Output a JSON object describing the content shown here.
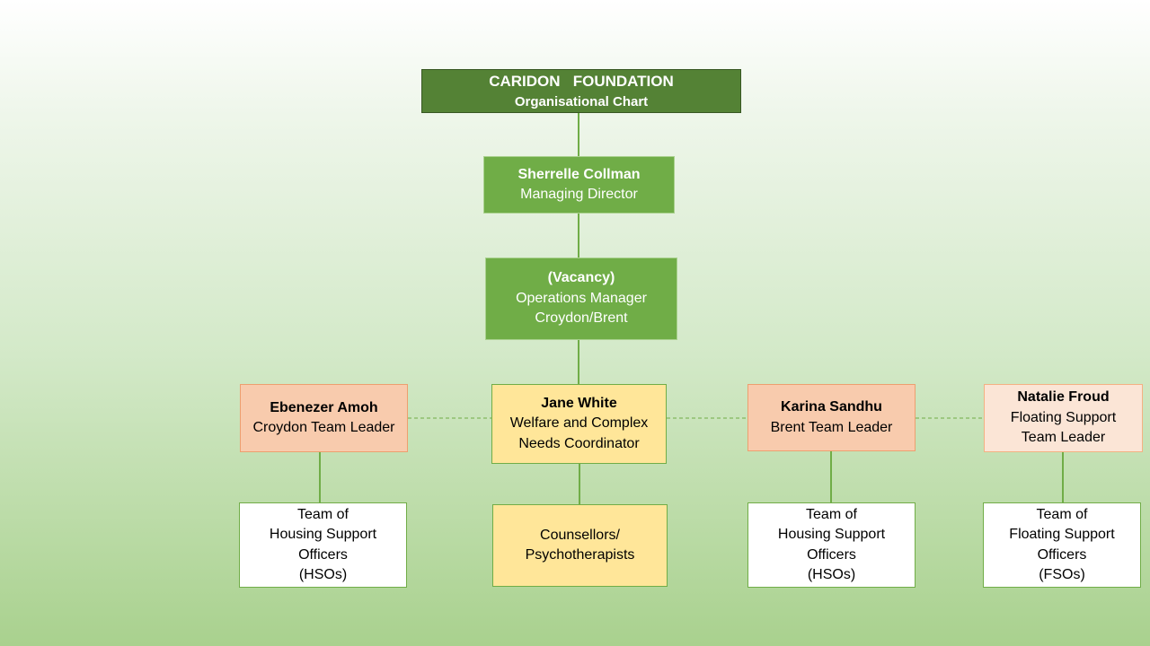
{
  "chart": {
    "title": "CARIDON   FOUNDATION",
    "subtitle": "Organisational Chart"
  },
  "director": {
    "name": "Sherrelle Collman",
    "role": "Managing Director"
  },
  "ops_manager": {
    "name": "(Vacancy)",
    "role_line1": "Operations Manager",
    "role_line2": "Croydon/Brent"
  },
  "leaders": {
    "croydon": {
      "name": "Ebenezer Amoh",
      "role": "Croydon Team Leader"
    },
    "welfare": {
      "name": "Jane White",
      "role_line1": "Welfare and Complex",
      "role_line2": "Needs Coordinator"
    },
    "brent": {
      "name": "Karina Sandhu",
      "role": "Brent Team Leader"
    },
    "floating": {
      "name": "Natalie Froud",
      "role_line1": "Floating Support",
      "role_line2": "Team Leader"
    }
  },
  "teams": {
    "croydon": {
      "line1": "Team of",
      "line2": "Housing Support",
      "line3": "Officers",
      "line4": "(HSOs)"
    },
    "welfare": {
      "line1": "Counsellors/",
      "line2": "Psychotherapists"
    },
    "brent": {
      "line1": "Team of",
      "line2": "Housing Support",
      "line3": "Officers",
      "line4": "(HSOs)"
    },
    "floating": {
      "line1": "Team of",
      "line2": "Floating Support",
      "line3": "Officers",
      "line4": "(FSOs)"
    }
  },
  "colors": {
    "title_fill": "#548235",
    "manager_fill": "#70ad47",
    "team_leader_fill": "#f8cbad",
    "floating_leader_fill": "#fbe5d6",
    "welfare_fill": "#ffe699",
    "team_fill": "#ffffff",
    "connector": "#70ad47"
  }
}
